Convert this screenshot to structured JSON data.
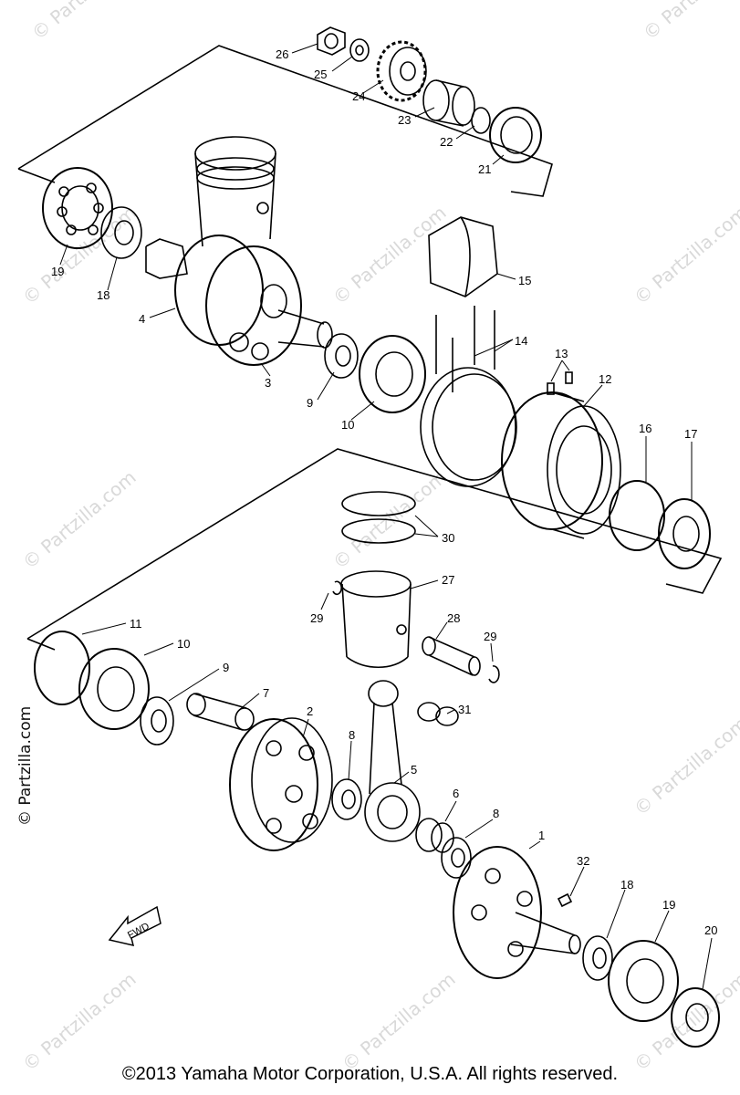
{
  "watermark": "© Partzilla.com",
  "side_watermark": "© Partzilla.com",
  "fwd_label": "FWD",
  "copyright": "©2013 Yamaha Motor Corporation, U.S.A. All rights reserved.",
  "callouts": [
    "26",
    "25",
    "24",
    "23",
    "22",
    "21",
    "19",
    "18",
    "4",
    "3",
    "15",
    "14",
    "9",
    "10",
    "13",
    "12",
    "16",
    "17",
    "30",
    "27",
    "29",
    "28",
    "29",
    "11",
    "10",
    "9",
    "7",
    "2",
    "31",
    "8",
    "5",
    "6",
    "8",
    "1",
    "32",
    "18",
    "19",
    "20"
  ]
}
